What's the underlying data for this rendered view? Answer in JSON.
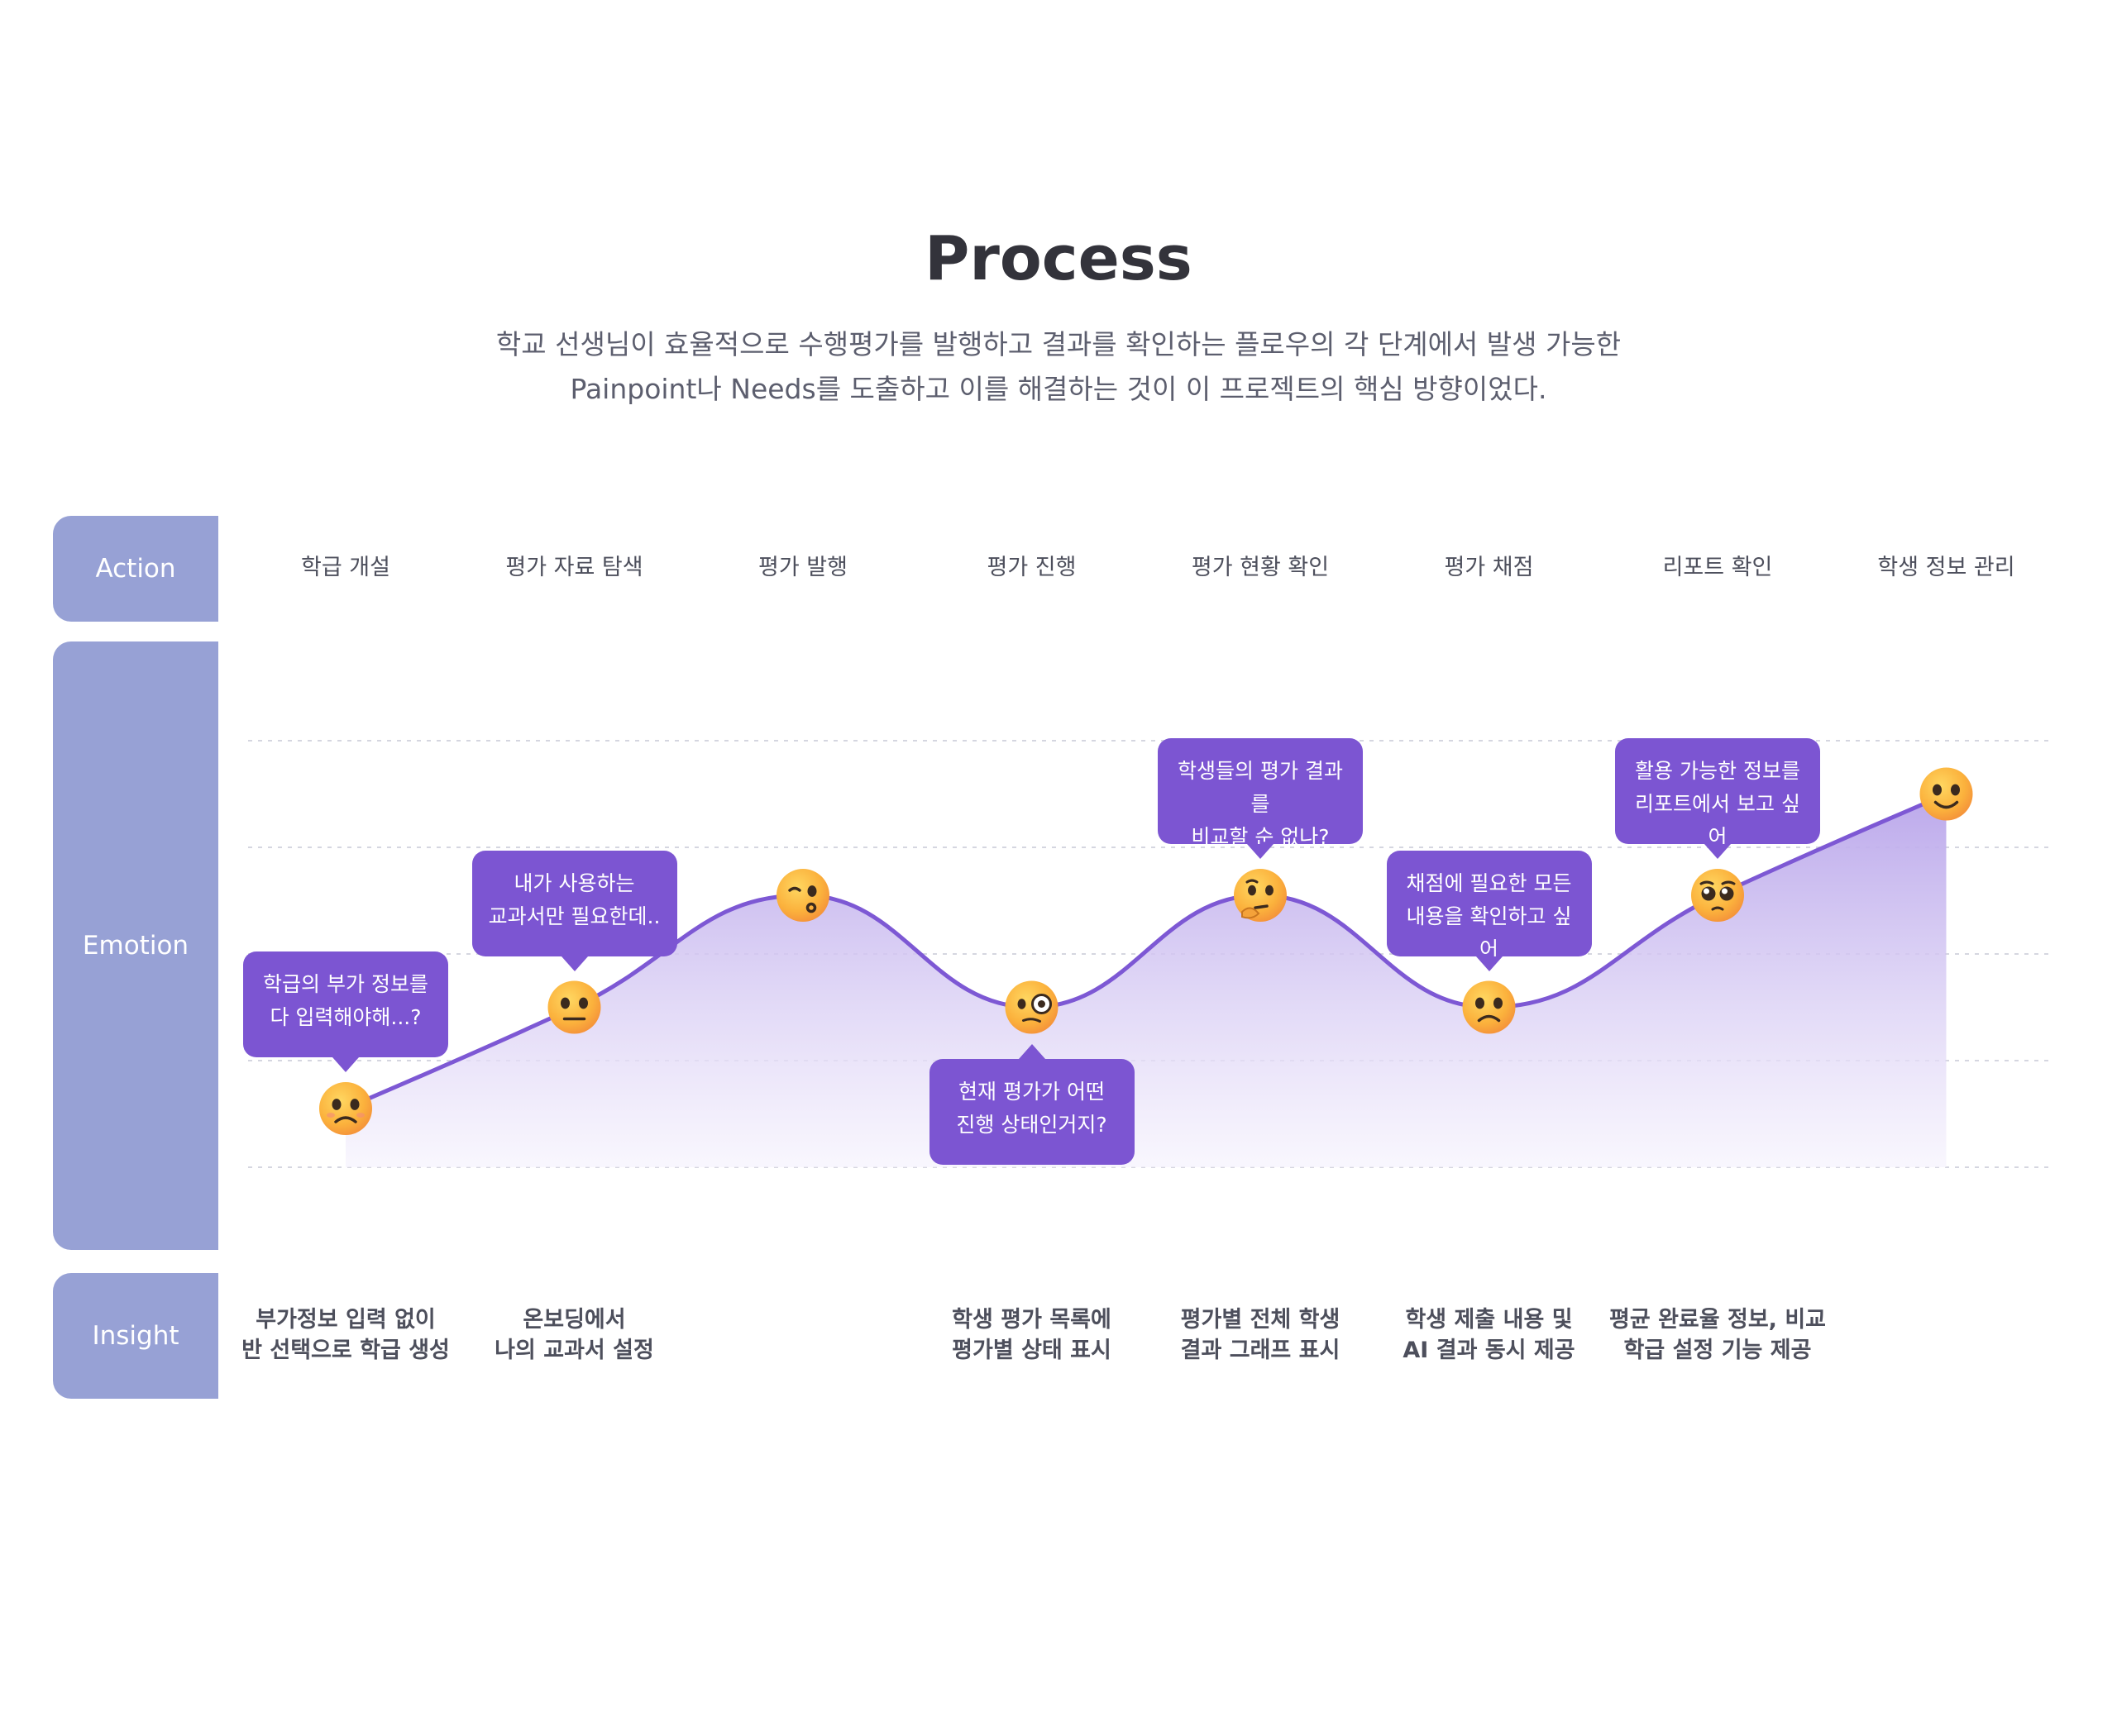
{
  "header": {
    "title": "Process",
    "subtitle_line1": "학교 선생님이 효율적으로 수행평가를 발행하고 결과를 확인하는 플로우의 각 단계에서 발생 가능한",
    "subtitle_line2": "Painpoint나 Needs를 도출하고 이를 해결하는 것이 이 프로젝트의 핵심 방향이었다."
  },
  "row_labels": {
    "action": "Action",
    "emotion": "Emotion",
    "insight": "Insight"
  },
  "steps": [
    {
      "action": "학급 개설",
      "emotion_level": 0.55,
      "face": "sad",
      "bubble": [
        "학급의 부가 정보를",
        "다 입력해야해...?"
      ],
      "bubble_side": "above",
      "insight": [
        "부가정보 입력 없이",
        "반 선택으로 학급 생성"
      ]
    },
    {
      "action": "평가 자료 탐색",
      "emotion_level": 1.5,
      "face": "neutral",
      "bubble": [
        "내가 사용하는",
        "교과서만 필요한데.."
      ],
      "bubble_side": "above",
      "insight": [
        "온보딩에서",
        "나의 교과서 설정"
      ]
    },
    {
      "action": "평가 발행",
      "emotion_level": 2.55,
      "face": "whistle",
      "bubble": [],
      "bubble_side": "",
      "insight": [
        "",
        ""
      ]
    },
    {
      "action": "평가 진행",
      "emotion_level": 1.5,
      "face": "monocle",
      "bubble": [
        "현재 평가가 어떤",
        "진행 상태인거지?"
      ],
      "bubble_side": "below",
      "insight": [
        "학생 평가 목록에",
        "평가별 상태 표시"
      ]
    },
    {
      "action": "평가 현황 확인",
      "emotion_level": 2.55,
      "face": "thinking",
      "bubble": [
        "학생들의 평가 결과를",
        "비교할 순 없나?"
      ],
      "bubble_side": "above",
      "insight": [
        "평가별 전체 학생",
        "결과 그래프 표시"
      ]
    },
    {
      "action": "평가 채점",
      "emotion_level": 1.5,
      "face": "frown",
      "bubble": [
        "채점에 필요한 모든",
        "내용을 확인하고 싶어"
      ],
      "bubble_side": "above",
      "insight": [
        "학생 제출 내용 및",
        "AI 결과 동시 제공"
      ]
    },
    {
      "action": "리포트 확인",
      "emotion_level": 2.55,
      "face": "pleading",
      "bubble": [
        "활용 가능한 정보를",
        "리포트에서 보고 싶어"
      ],
      "bubble_side": "above",
      "insight": [
        "평균 완료율 정보, 비교",
        "학급 설정 기능 제공"
      ]
    },
    {
      "action": "학생 정보 관리",
      "emotion_level": 3.5,
      "face": "smile",
      "bubble": [],
      "bubble_side": "",
      "insight": [
        "",
        ""
      ]
    }
  ],
  "colors": {
    "label_bg": "#97a1d5",
    "curve": "#7d58d4",
    "bubble": "#7c55d2",
    "gridline": "#d5d6e0",
    "fill_top": "#b8a4ea",
    "fill_bottom": "#f6f3fd"
  }
}
